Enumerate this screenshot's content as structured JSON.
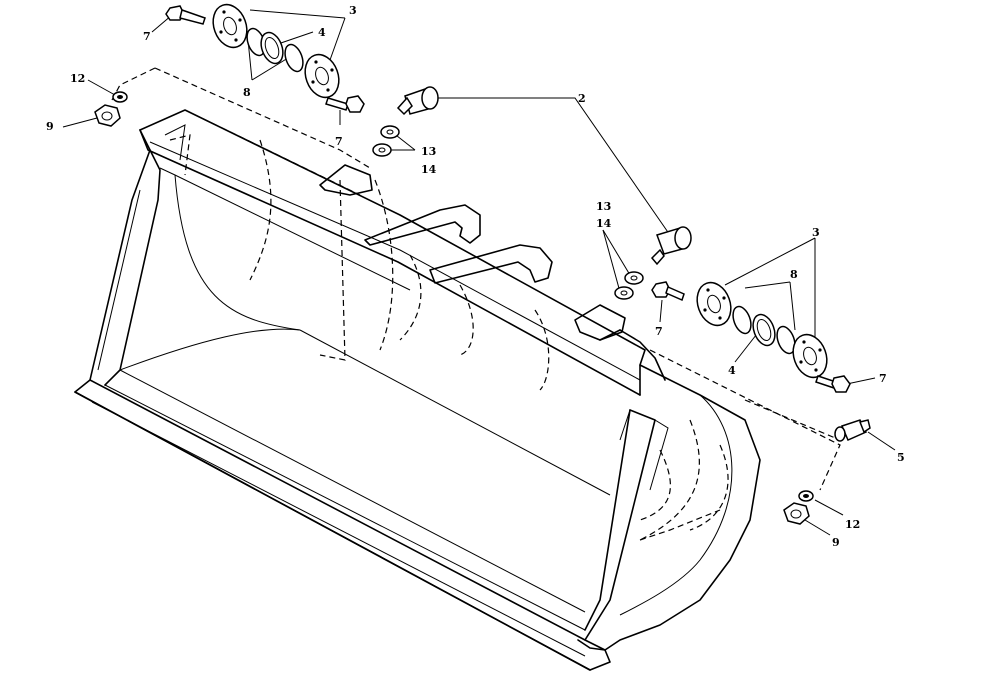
{
  "labels": {
    "l3a": "3",
    "l4a": "4",
    "l8a": "8",
    "l7a": "7",
    "l7b": "7",
    "l12a": "12",
    "l9a": "9",
    "l2": "2",
    "l13a": "13",
    "l14a": "14",
    "l13b": "13",
    "l14b": "14",
    "l7c": "7",
    "l3b": "3",
    "l8b": "8",
    "l4b": "4",
    "l7d": "7",
    "l5": "5",
    "l12b": "12",
    "l9b": "9"
  },
  "colors": {
    "ink": "#000000",
    "paper": "#ffffff"
  }
}
